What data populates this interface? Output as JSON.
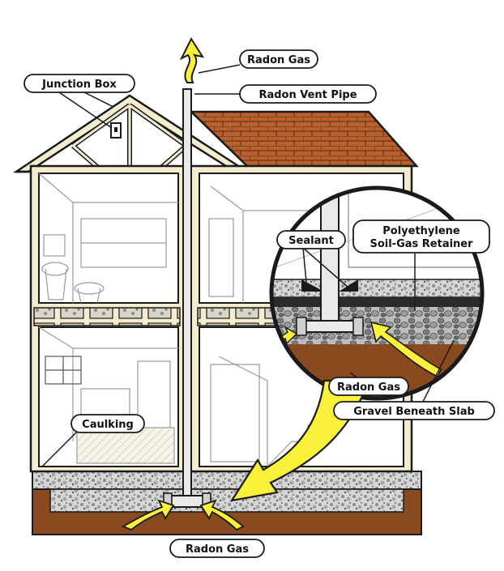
{
  "labels": {
    "radon_gas_top": "Radon Gas",
    "radon_vent_pipe": "Radon Vent Pipe",
    "junction_box": "Junction Box",
    "sealant": "Sealant",
    "polyethylene_line1": "Polyethylene",
    "polyethylene_line2": "Soil-Gas Retainer",
    "radon_gas_inset": "Radon Gas",
    "gravel_beneath_slab": "Gravel Beneath Slab",
    "caulking": "Caulking",
    "radon_gas_bottom": "Radon Gas"
  },
  "colors": {
    "wall": "#f3eccf",
    "outline": "#1a1a1a",
    "roof": "#b8612f",
    "soil": "#8a4a1f",
    "arrow": "#fbf03a",
    "pipe": "#e9e9e9",
    "gravel": "#cfcfcf"
  }
}
